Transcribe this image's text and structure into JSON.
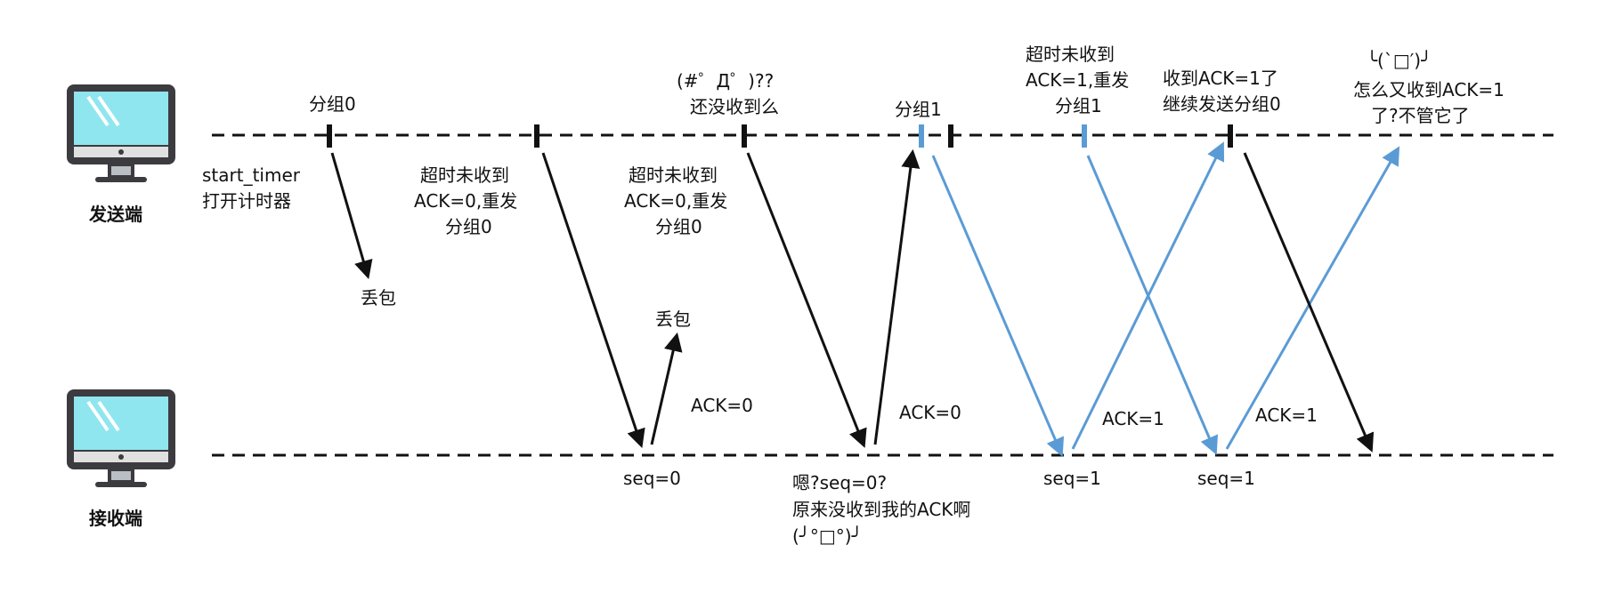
{
  "colors": {
    "line": "#111111",
    "blue": "#5b9bd5",
    "monitor_screen": "#8fe6ee",
    "monitor_frame": "#3b3b40",
    "monitor_base": "#e0e0e0",
    "monitor_stand": "#b9bfc4",
    "screen_glare": "#ffffff"
  },
  "stations": {
    "sender": {
      "label": "发送端",
      "icon": "computer-monitor-icon"
    },
    "receiver": {
      "label": "接收端",
      "icon": "computer-monitor-icon"
    }
  },
  "labels": {
    "packet0": "分组0",
    "start_timer": "start_timer",
    "open_timer": "打开计时器",
    "lost1": "丢包",
    "timeout_1_l1": "超时未收到",
    "timeout_1_l2": "ACK=0,重发",
    "timeout_1_l3": "分组0",
    "lost2": "丢包",
    "emote_1": "(#゜Д゜)??",
    "still_not": "还没收到么",
    "timeout_2_l1": "超时未收到",
    "timeout_2_l2": "ACK=0,重发",
    "timeout_2_l3": "分组0",
    "ack0_a": "ACK=0",
    "seq0": "seq=0",
    "ack0_b": "ACK=0",
    "recv_note_l1": "嗯?seq=0?",
    "recv_note_l2": "原来没收到我的ACK啊",
    "recv_note_l3": "(╯°□°)╯",
    "packet1": "分组1",
    "timeout_3_l1": "超时未收到",
    "timeout_3_l2": "ACK=1,重发",
    "timeout_3_l3": "分组1",
    "seq1_a": "seq=1",
    "ack1_a": "ACK=1",
    "got_ack1_l1": "收到ACK=1了",
    "got_ack1_l2": "继续发送分组0",
    "seq1_b": "seq=1",
    "ack1_b": "ACK=1",
    "emote_2": "╰(`□′)╯",
    "why_l1": "怎么又收到ACK=1",
    "why_l2": "了?不管它了"
  }
}
